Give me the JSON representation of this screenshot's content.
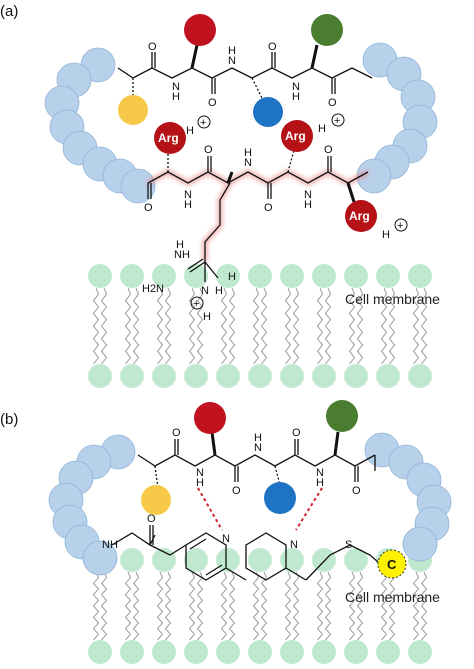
{
  "panels": {
    "a": {
      "label": "(a)",
      "membrane_label": "Cell membrane",
      "arg_label": "Arg",
      "proton": "H",
      "charge": "+",
      "atoms": {
        "N": "N",
        "H": "H",
        "O": "O",
        "NH": "NH",
        "H2N": "H2N"
      }
    },
    "b": {
      "label": "(b)",
      "membrane_label": "Cell membrane",
      "cargo_label": "C",
      "atoms": {
        "N": "N",
        "H": "H",
        "O": "O",
        "NH": "NH",
        "S": "S"
      }
    }
  },
  "colors": {
    "ring_bead": "#b8d1ea",
    "ring_bead_stroke": "#8fb3d9",
    "lipid_head": "#bfe8cf",
    "lipid_tail": "#9a9a9a",
    "red_residue": "#c1121f",
    "green_residue": "#4a7d2f",
    "yellow_residue": "#f7c948",
    "blue_residue": "#1f73c4",
    "arg_residue": "#b51218",
    "highlight_glow": "#e88a8a",
    "h_bond": "#d2222d",
    "cargo": "#fff200"
  }
}
